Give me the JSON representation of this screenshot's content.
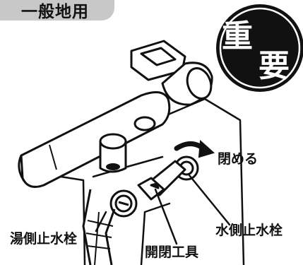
{
  "category_tag": "一般地用",
  "badge": {
    "char1": "重",
    "char2": "要"
  },
  "labels": {
    "close": "閉める",
    "hot_valve": "湯側止水栓",
    "cold_valve": "水側止水栓",
    "tool": "開閉工具"
  }
}
